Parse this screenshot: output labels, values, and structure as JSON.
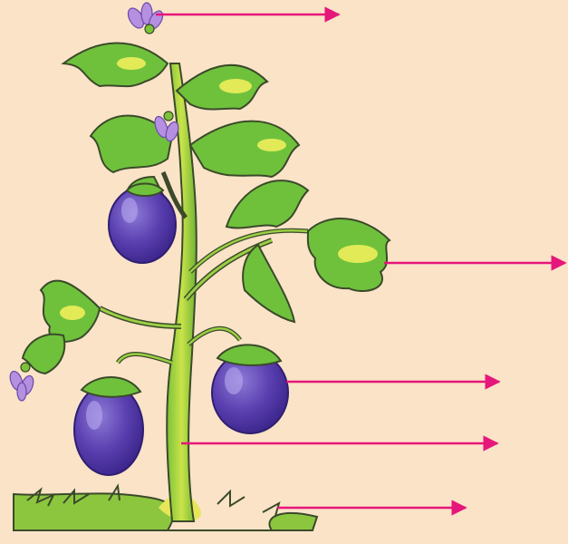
{
  "diagram": {
    "background_color": "#fbe3c8",
    "arrow_color": "#e6177a",
    "parts": [
      {
        "id": "flower",
        "icon": "flower-icon"
      },
      {
        "id": "leaf",
        "icon": "leaf-icon"
      },
      {
        "id": "fruit",
        "icon": "fruit-icon"
      },
      {
        "id": "stem",
        "icon": "stem-icon"
      },
      {
        "id": "root",
        "icon": "root-icon"
      }
    ],
    "label_text": [
      "",
      "",
      "",
      "",
      ""
    ]
  }
}
